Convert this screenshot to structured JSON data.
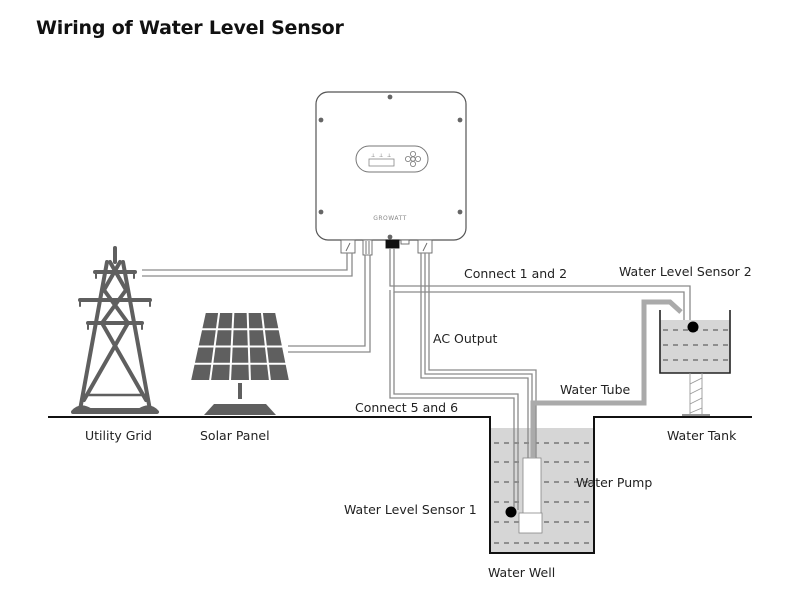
{
  "title": "Wiring of Water Level Sensor",
  "inverter": {
    "brand": "GROWATT",
    "indicators": [
      "⊥",
      "⊥",
      "⊥"
    ]
  },
  "labels": {
    "utility_grid": "Utility Grid",
    "solar_panel": "Solar Panel",
    "connect_1_2": "Connect 1 and 2",
    "water_level_sensor_2": "Water Level Sensor 2",
    "ac_output": "AC Output",
    "water_tube": "Water Tube",
    "connect_5_6": "Connect 5 and 6",
    "water_tank": "Water Tank",
    "water_pump": "Water Pump",
    "water_level_sensor_1": "Water Level Sensor 1",
    "water_well": "Water Well"
  },
  "colors": {
    "equipment": "#5f5f5f",
    "water": "#d6d6d6",
    "wire": "#8a8a8a",
    "ground": "#111111",
    "sensor": "#000000"
  }
}
